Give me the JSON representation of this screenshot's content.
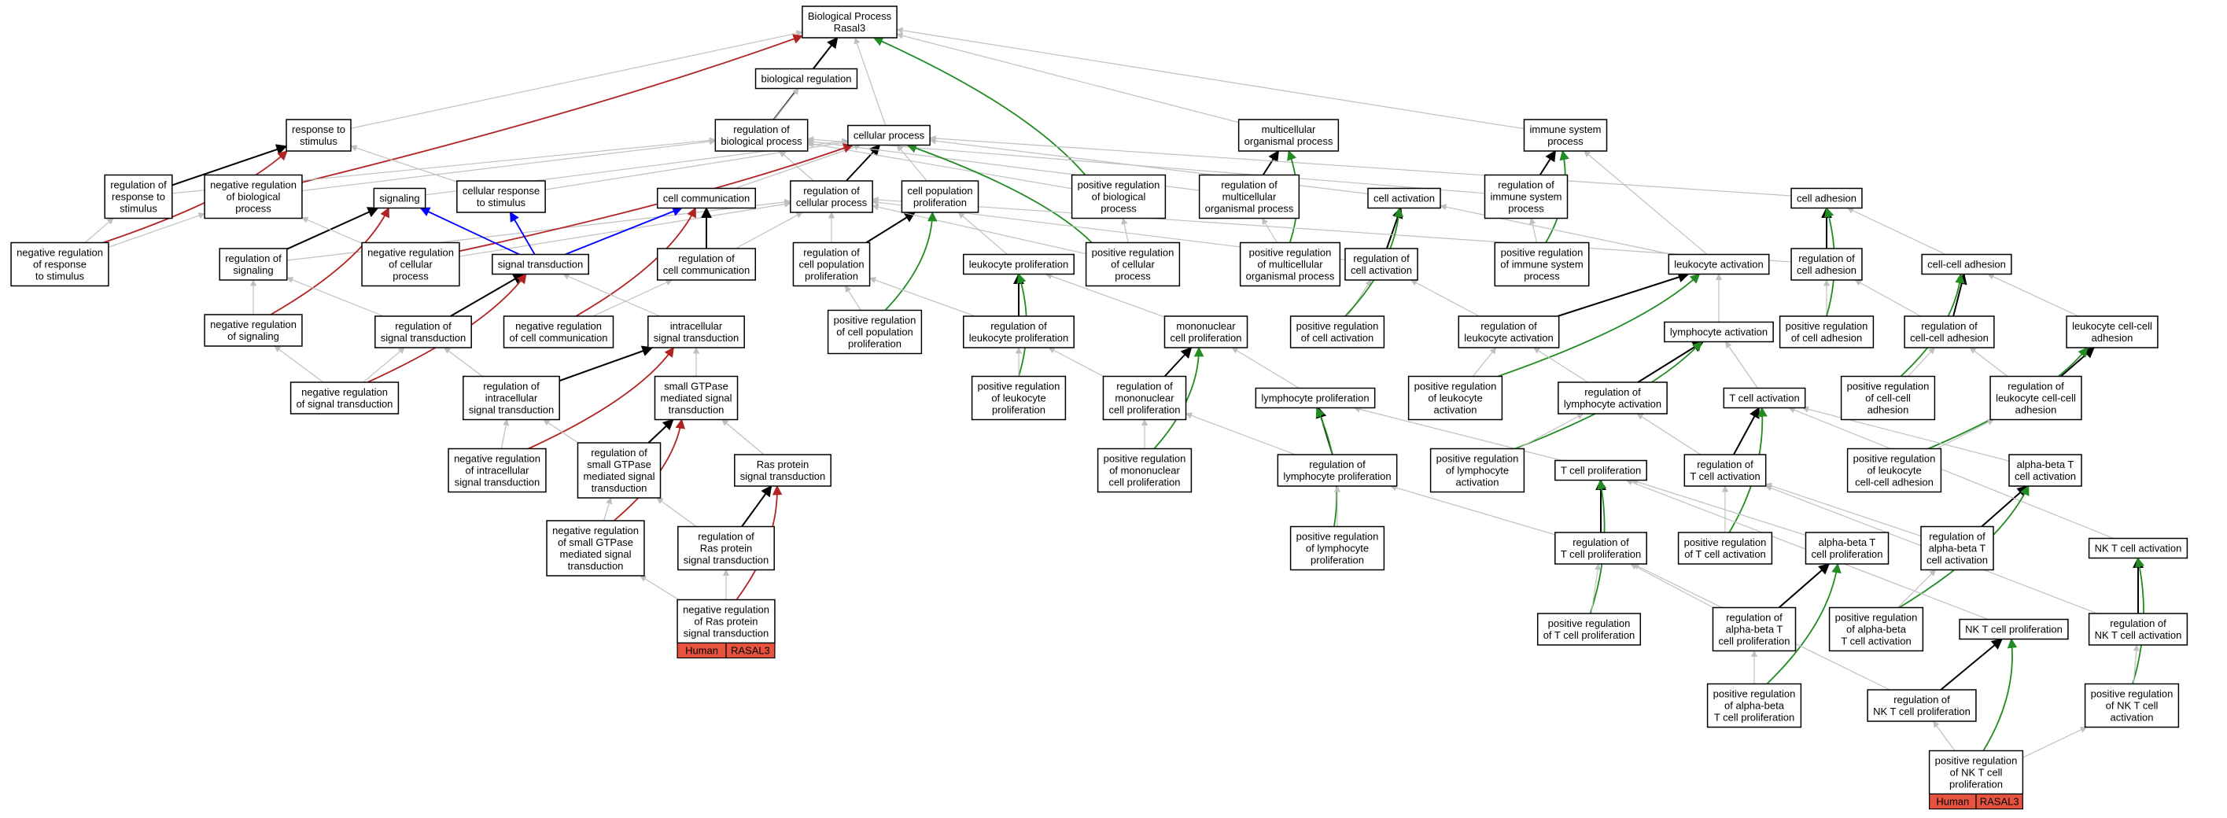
{
  "colors": {
    "is_a": "#c0c0c0",
    "part_of": "#000000",
    "regulates": "#b22222",
    "positively_regulates": "#228b22",
    "negatively_regulates_signal": "#0000ff",
    "gene_label": "#e8533f"
  },
  "nodes": [
    {
      "id": "bp",
      "label": "Biological Process\nRasal3"
    },
    {
      "id": "bioreg",
      "label": "biological regulation"
    },
    {
      "id": "resp",
      "label": "response to\nstimulus"
    },
    {
      "id": "regbp",
      "label": "regulation of\nbiological process"
    },
    {
      "id": "cellproc",
      "label": "cellular process"
    },
    {
      "id": "multi",
      "label": "multicellular\norganismal process"
    },
    {
      "id": "immune",
      "label": "immune system\nprocess"
    },
    {
      "id": "regresp",
      "label": "regulation of\nresponse to\nstimulus"
    },
    {
      "id": "negregbp",
      "label": "negative regulation\nof biological\nprocess"
    },
    {
      "id": "signaling",
      "label": "signaling"
    },
    {
      "id": "cellresp",
      "label": "cellular response\nto stimulus"
    },
    {
      "id": "cellcomm",
      "label": "cell communication"
    },
    {
      "id": "regcellproc",
      "label": "regulation of\ncellular process"
    },
    {
      "id": "cellpopprolif",
      "label": "cell population\nproliferation"
    },
    {
      "id": "posregbp",
      "label": "positive regulation\nof biological\nprocess"
    },
    {
      "id": "regmulti",
      "label": "regulation of\nmulticellular\norganismal process"
    },
    {
      "id": "cellact",
      "label": "cell activation"
    },
    {
      "id": "regimmune",
      "label": "regulation of\nimmune system\nprocess"
    },
    {
      "id": "celladh",
      "label": "cell adhesion"
    },
    {
      "id": "negregresp",
      "label": "negative regulation\nof response\nto stimulus"
    },
    {
      "id": "regsignaling",
      "label": "regulation of\nsignaling"
    },
    {
      "id": "negregcellproc",
      "label": "negative regulation\nof cellular\nprocess"
    },
    {
      "id": "sigtrans",
      "label": "signal transduction"
    },
    {
      "id": "regcellcomm",
      "label": "regulation of\ncell communication"
    },
    {
      "id": "regcellpopprolif",
      "label": "regulation of\ncell population\nproliferation"
    },
    {
      "id": "leukprolif",
      "label": "leukocyte proliferation"
    },
    {
      "id": "posregcellproc",
      "label": "positive regulation\nof cellular\nprocess"
    },
    {
      "id": "posregmulti",
      "label": "positive regulation\nof multicellular\norganismal process"
    },
    {
      "id": "regcellact",
      "label": "regulation of\ncell activation"
    },
    {
      "id": "posregimmune",
      "label": "positive regulation\nof immune system\nprocess"
    },
    {
      "id": "leukact",
      "label": "leukocyte activation"
    },
    {
      "id": "regcelladh",
      "label": "regulation of\ncell adhesion"
    },
    {
      "id": "cellcelladh",
      "label": "cell-cell adhesion"
    },
    {
      "id": "negregsignaling",
      "label": "negative regulation\nof signaling"
    },
    {
      "id": "regsigtrans",
      "label": "regulation of\nsignal transduction"
    },
    {
      "id": "negregcellcomm",
      "label": "negative regulation\nof cell communication"
    },
    {
      "id": "intracell",
      "label": "intracellular\nsignal transduction"
    },
    {
      "id": "posregcellpop",
      "label": "positive regulation\nof cell population\nproliferation"
    },
    {
      "id": "regleukprolif",
      "label": "regulation of\nleukocyte proliferation"
    },
    {
      "id": "mononuc",
      "label": "mononuclear\ncell proliferation"
    },
    {
      "id": "posregcellact",
      "label": "positive regulation\nof cell activation"
    },
    {
      "id": "regleukact",
      "label": "regulation of\nleukocyte activation"
    },
    {
      "id": "lymphact",
      "label": "lymphocyte activation"
    },
    {
      "id": "posregcelladh",
      "label": "positive regulation\nof cell adhesion"
    },
    {
      "id": "regcellcelladh",
      "label": "regulation of\ncell-cell adhesion"
    },
    {
      "id": "leukcelladh",
      "label": "leukocyte cell-cell\nadhesion"
    },
    {
      "id": "negregsigtrans",
      "label": "negative regulation\nof signal transduction"
    },
    {
      "id": "regintracell",
      "label": "regulation of\nintracellular\nsignal transduction"
    },
    {
      "id": "smallgtp",
      "label": "small GTPase\nmediated signal\ntransduction"
    },
    {
      "id": "posregleukprolif",
      "label": "positive regulation\nof leukocyte\nproliferation"
    },
    {
      "id": "regmononuc",
      "label": "regulation of\nmononuclear\ncell proliferation"
    },
    {
      "id": "lymphprolif",
      "label": "lymphocyte proliferation"
    },
    {
      "id": "posregleukact",
      "label": "positive regulation\nof leukocyte\nactivation"
    },
    {
      "id": "reglymphact",
      "label": "regulation of\nlymphocyte activation"
    },
    {
      "id": "tcellact",
      "label": "T cell activation"
    },
    {
      "id": "posregcellcelladh",
      "label": "positive regulation\nof cell-cell\nadhesion"
    },
    {
      "id": "regleukcelladh",
      "label": "regulation of\nleukocyte cell-cell\nadhesion"
    },
    {
      "id": "negregintracell",
      "label": "negative regulation\nof intracellular\nsignal transduction"
    },
    {
      "id": "regsmallgtp",
      "label": "regulation of\nsmall GTPase\nmediated signal\ntransduction"
    },
    {
      "id": "rasprot",
      "label": "Ras protein\nsignal transduction"
    },
    {
      "id": "posregmononuc",
      "label": "positive regulation\nof mononuclear\ncell proliferation"
    },
    {
      "id": "reglymphprolif",
      "label": "regulation of\nlymphocyte proliferation"
    },
    {
      "id": "posreglymphact",
      "label": "positive regulation\nof lymphocyte\nactivation"
    },
    {
      "id": "tcellprolif",
      "label": "T cell proliferation"
    },
    {
      "id": "regtcellact",
      "label": "regulation of\nT cell activation"
    },
    {
      "id": "posregleukcelladh",
      "label": "positive regulation\nof leukocyte\ncell-cell adhesion"
    },
    {
      "id": "abtact",
      "label": "alpha-beta T\ncell activation"
    },
    {
      "id": "negregsmallgtp",
      "label": "negative regulation\nof small GTPase\nmediated signal\ntransduction"
    },
    {
      "id": "regras",
      "label": "regulation of\nRas protein\nsignal transduction"
    },
    {
      "id": "posreglymphprolif",
      "label": "positive regulation\nof lymphocyte\nproliferation"
    },
    {
      "id": "regtcellprolif",
      "label": "regulation of\nT cell proliferation"
    },
    {
      "id": "posregtcellact",
      "label": "positive regulation\nof T cell activation"
    },
    {
      "id": "abtprolif",
      "label": "alpha-beta T\ncell proliferation"
    },
    {
      "id": "regabtact",
      "label": "regulation of\nalpha-beta T\ncell activation"
    },
    {
      "id": "nktact",
      "label": "NK T cell activation"
    },
    {
      "id": "negregras",
      "label": "negative regulation\nof Ras protein\nsignal transduction",
      "gene": [
        "Human",
        "RASAL3"
      ]
    },
    {
      "id": "posregtcellprolif",
      "label": "positive regulation\nof T cell proliferation"
    },
    {
      "id": "regabtprolif",
      "label": "regulation of\nalpha-beta T\ncell proliferation"
    },
    {
      "id": "posregabtact",
      "label": "positive regulation\nof alpha-beta\nT cell activation"
    },
    {
      "id": "nktprolif",
      "label": "NK T cell proliferation"
    },
    {
      "id": "regnktact",
      "label": "regulation of\nNK T cell activation"
    },
    {
      "id": "posregabtprolif",
      "label": "positive regulation\nof alpha-beta\nT cell proliferation"
    },
    {
      "id": "regnktprolif",
      "label": "regulation of\nNK T cell proliferation"
    },
    {
      "id": "posregnktact",
      "label": "positive regulation\nof NK T cell\nactivation"
    },
    {
      "id": "posregnktprolif",
      "label": "positive regulation\nof NK T cell\nproliferation",
      "gene": [
        "Human",
        "RASAL3"
      ]
    }
  ]
}
